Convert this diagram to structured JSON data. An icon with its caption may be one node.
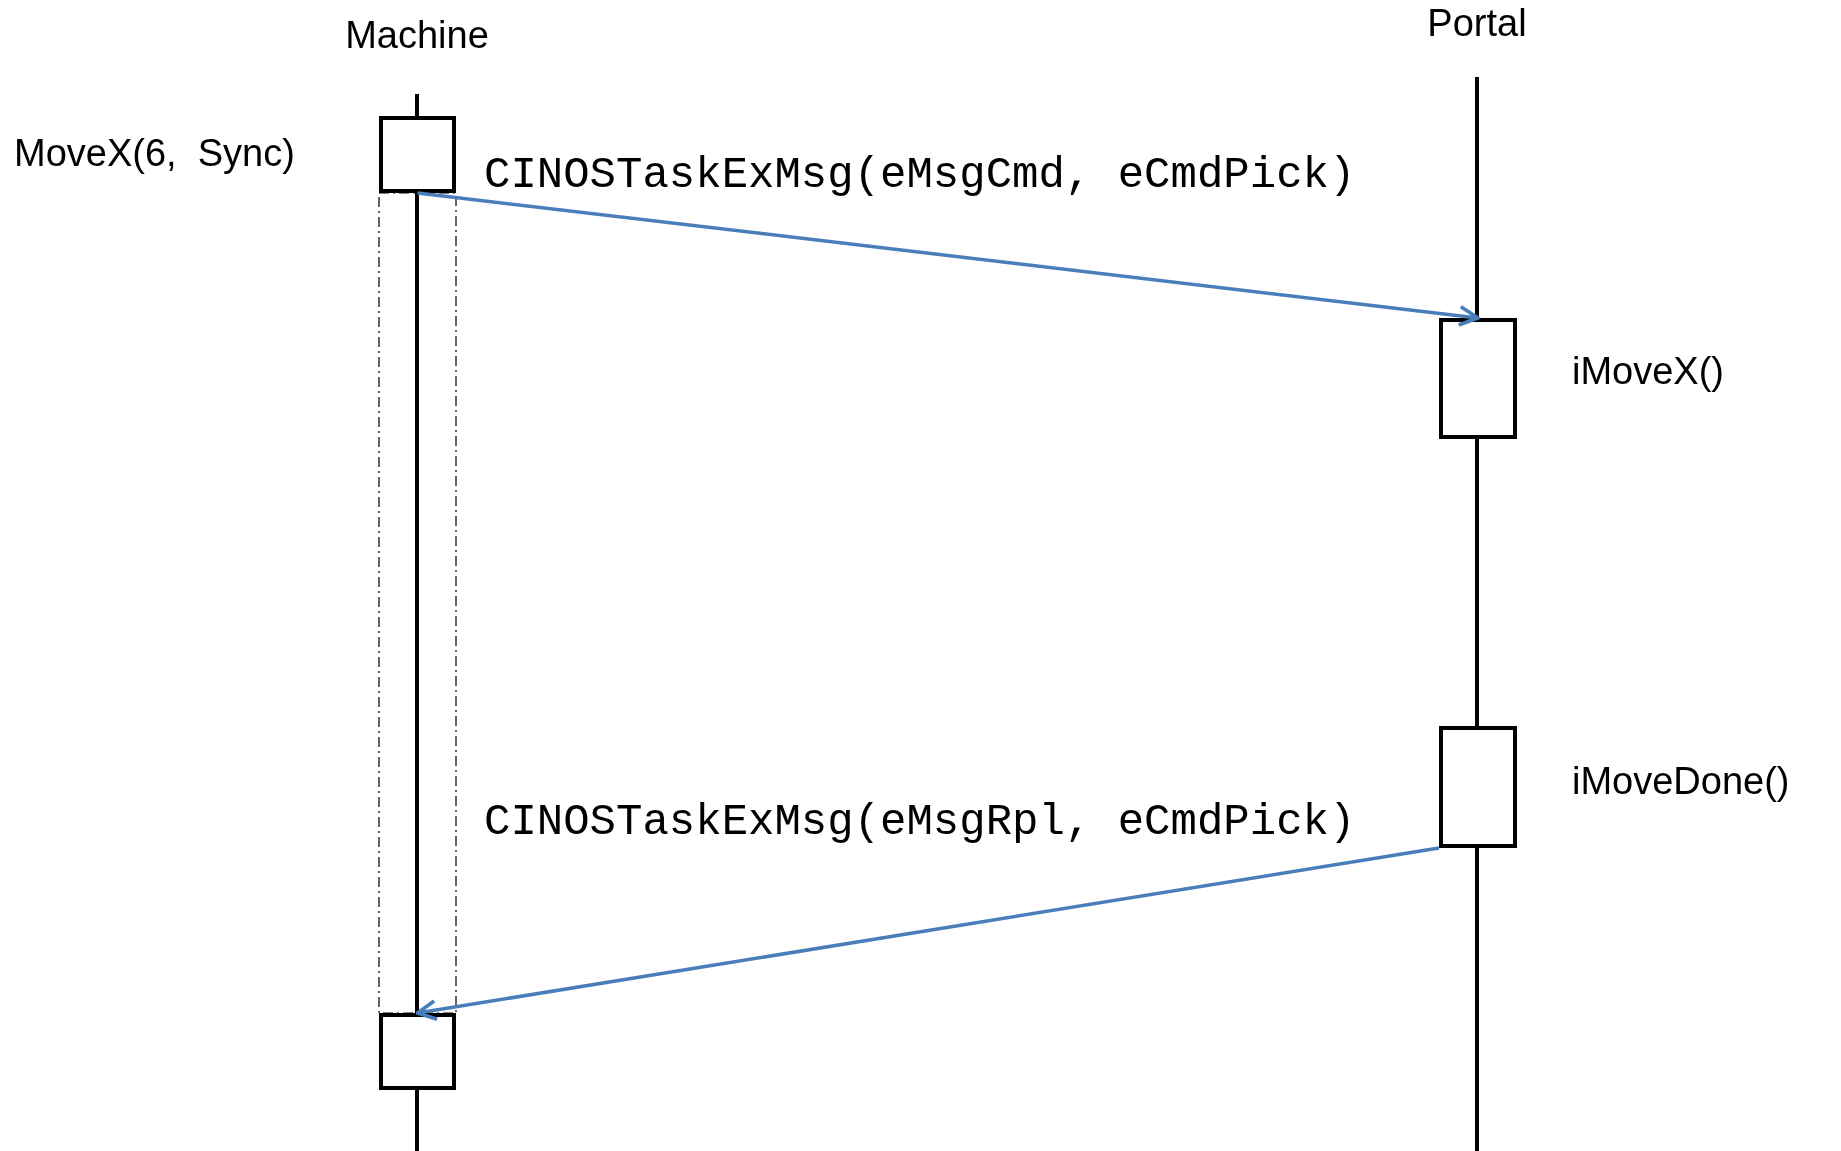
{
  "diagram": {
    "nodes": [
      {
        "text": [],
        "shape": "box",
        "beside": [
          "MoveX(6,  Sync)"
        ]
      },
      {
        "text": [],
        "shape": "box",
        "beside": [
          "iMoveX()"
        ]
      },
      {
        "text": [],
        "shape": "box",
        "beside": [
          "iMoveDone()"
        ]
      },
      {
        "text": [],
        "shape": "box"
      }
    ],
    "edges": [
      {
        "from": 0,
        "to": 1,
        "arrow": "to",
        "label": "CINOSTaskExMsg(eMsgCmd, eCmdPick)",
        "color": "#4a7ebb"
      },
      {
        "from": 2,
        "to": 3,
        "arrow": "to",
        "label": "CINOSTaskExMsg(eMsgRpl, eCmdPick)",
        "color": "#4a7ebb"
      }
    ],
    "labels": [
      "Machine",
      "Portal"
    ]
  }
}
